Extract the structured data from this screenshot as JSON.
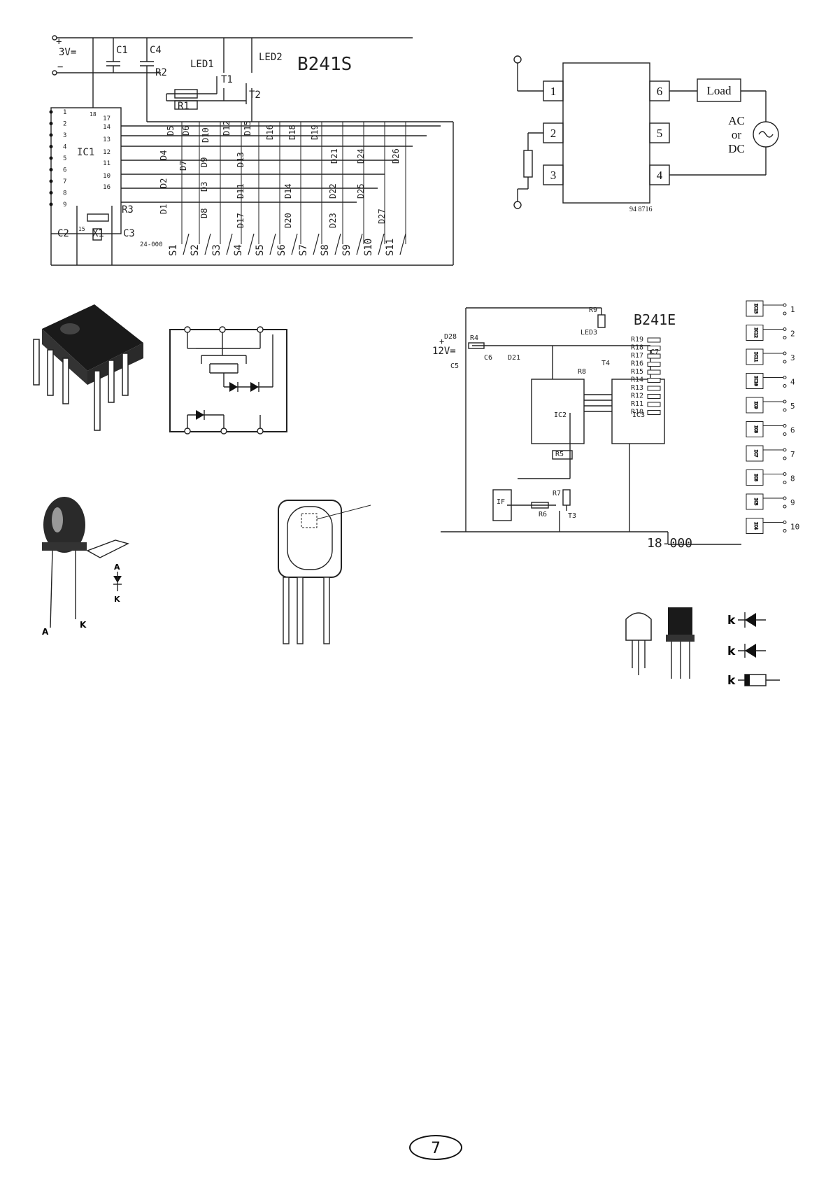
{
  "b241s": {
    "title": "B241S",
    "supply_plus": "+",
    "supply_minus": "−",
    "supply_voltage": "3V=",
    "code": "24-000",
    "labels": {
      "c1": "C1",
      "c4": "C4",
      "led1": "LED1",
      "led2": "LED2",
      "r2": "R2",
      "r1": "R1",
      "t1": "T1",
      "t2": "T2",
      "ic1": "IC1",
      "r3": "R3",
      "x1": "X1",
      "c2": "C2",
      "c3": "C3"
    },
    "ic1_left_pins": [
      "1",
      "2",
      "3",
      "4",
      "5",
      "6",
      "7",
      "8",
      "9"
    ],
    "ic1_right_pins": [
      "17",
      "14",
      "13",
      "12",
      "11",
      "10",
      "16"
    ],
    "ic1_pin18": "18",
    "ic1_pin15": "15",
    "diodes": [
      "D5",
      "D6",
      "D10",
      "D12",
      "D15",
      "D16",
      "D18",
      "D19",
      "D4",
      "D7",
      "D9",
      "D13",
      "D21",
      "D24",
      "D26",
      "D2",
      "D3",
      "D11",
      "D14",
      "D22",
      "D25",
      "D1",
      "D8",
      "D17",
      "D20",
      "D23",
      "D27"
    ],
    "switches": [
      "S1",
      "S2",
      "S3",
      "S4",
      "S5",
      "S6",
      "S7",
      "S8",
      "S9",
      "S10",
      "S11"
    ]
  },
  "optocoupler_pinout": {
    "pins_left": [
      "1",
      "2",
      "3"
    ],
    "pins_right": [
      "6",
      "5",
      "4"
    ],
    "load": "Load",
    "ac": "AC",
    "or": "or",
    "dc": "DC",
    "code": "94 8716"
  },
  "b241e": {
    "title": "B241E",
    "code": "18-000",
    "supply_plus": "+",
    "supply_voltage": "12V=",
    "labels": {
      "r9": "R9",
      "led3": "LED3",
      "d28": "D28",
      "r4": "R4",
      "c7": "C7",
      "c6": "C6",
      "c5": "C5",
      "d21": "D21",
      "t4": "T4",
      "r8": "R8",
      "ic2": "IC2",
      "ic3": "IC3",
      "r5": "R5",
      "r7": "R7",
      "r6": "R6",
      "t3": "T3",
      "if": "IF"
    },
    "resistors": [
      "R19",
      "R18",
      "R17",
      "R16",
      "R15",
      "R14",
      "R13",
      "R12",
      "R11",
      "R10"
    ],
    "relays": [
      "IC13",
      "IC12",
      "IC11",
      "IC10",
      "IC9",
      "IC8",
      "IC7",
      "IC6",
      "IC5",
      "IC4"
    ],
    "outputs": [
      "1",
      "2",
      "3",
      "4",
      "5",
      "6",
      "7",
      "8",
      "9",
      "10"
    ]
  },
  "led_pin_labels": {
    "anode": "A",
    "cathode": "K"
  },
  "diode_marking": "k",
  "page_number": "7"
}
